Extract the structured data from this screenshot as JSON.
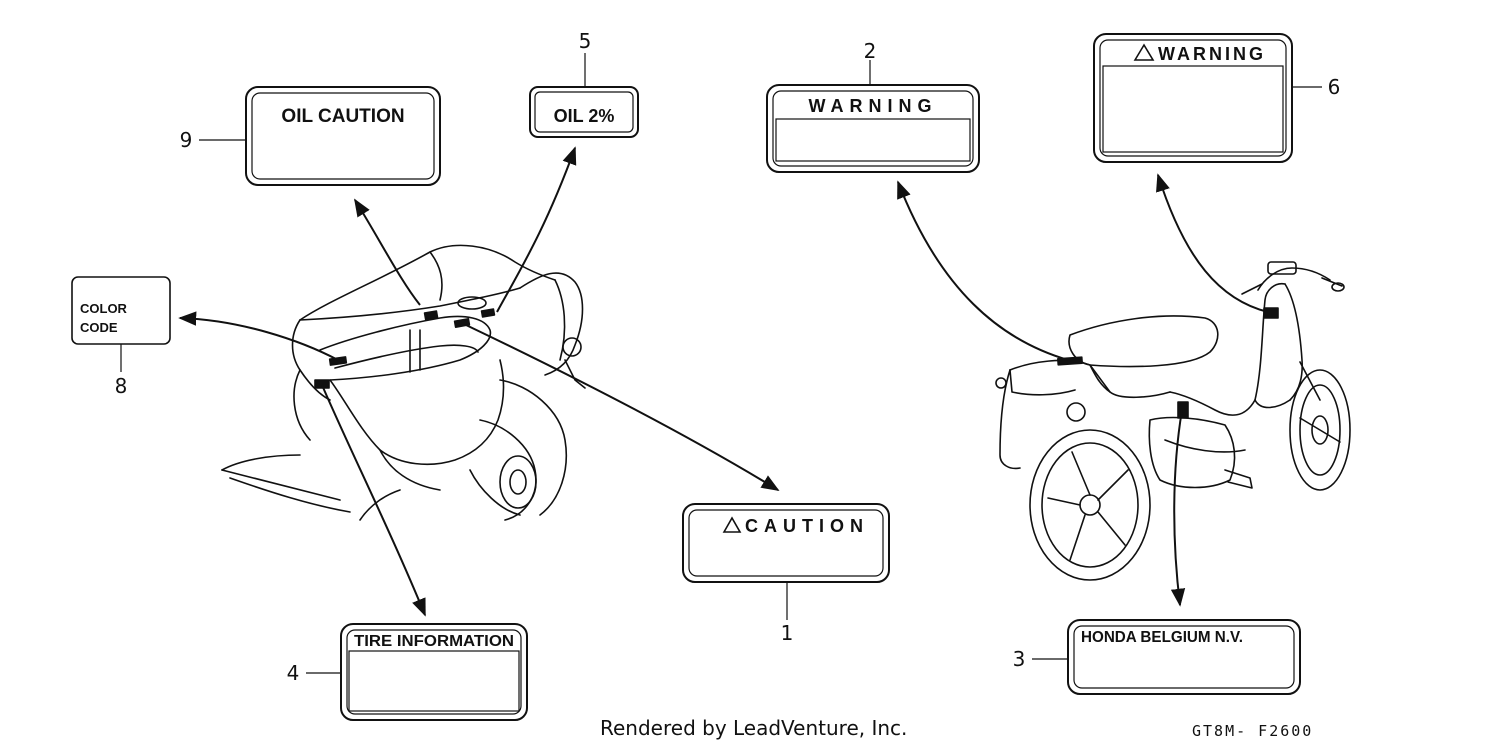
{
  "diagram_title": "",
  "labels": [
    {
      "callout": "1",
      "text": "CAUTION",
      "warning_symbol": true
    },
    {
      "callout": "2",
      "text": "WARNING",
      "warning_symbol": false
    },
    {
      "callout": "3",
      "text": "HONDA BELGIUM N.V.",
      "warning_symbol": false
    },
    {
      "callout": "4",
      "text": "TIRE INFORMATION",
      "warning_symbol": false
    },
    {
      "callout": "5",
      "text": "OIL 2%",
      "warning_symbol": false
    },
    {
      "callout": "6",
      "text": "WARNING",
      "warning_symbol": true
    },
    {
      "callout": "8",
      "text_line1": "COLOR",
      "text_line2": "CODE",
      "warning_symbol": false
    },
    {
      "callout": "9",
      "text": "OIL CAUTION",
      "warning_symbol": false
    }
  ],
  "footer": {
    "credit": "Rendered by LeadVenture, Inc.",
    "diagram_code": "GT8M- F2600"
  },
  "icons": [
    "warning-triangle-icon",
    "scooter-rear-view",
    "scooter-side-view"
  ]
}
